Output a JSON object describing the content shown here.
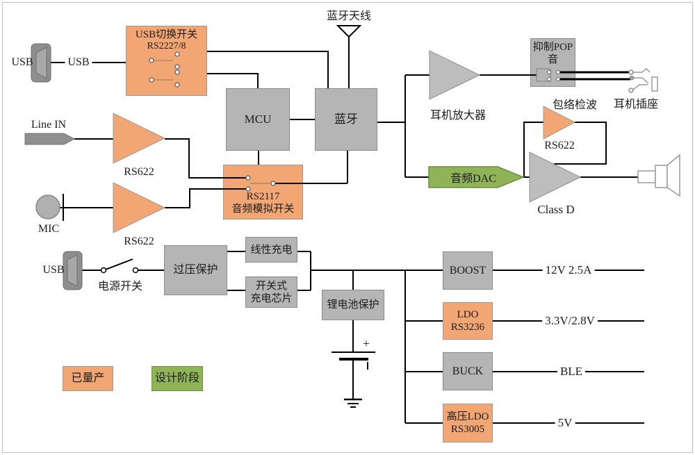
{
  "colors": {
    "produced_fill": "#F2A673",
    "design_fill": "#8FB357",
    "standard_fill": "#B5B5B5",
    "wire": "#000000"
  },
  "legend": {
    "produced": "已量产",
    "design": "设计阶段"
  },
  "top": {
    "usb_port": "USB",
    "usb_bus": "USB",
    "usb_switch": {
      "title": "USB切换开关",
      "part": "RS2227/8"
    },
    "antenna": "蓝牙天线",
    "mcu": "MCU",
    "bluetooth": "蓝牙",
    "headphone_amp": "耳机放大器",
    "pop": "抑制POP音",
    "envelope": "包络检波",
    "jack": "耳机插座",
    "rs622_env": "RS622",
    "audio_dac": "音频DAC",
    "class_d": "Class D"
  },
  "audio_in": {
    "line_in": "Line IN",
    "rs622_line": "RS622",
    "mic": "MIC",
    "rs622_mic": "RS622",
    "rs2117": {
      "part": "RS2117",
      "name": "音频模拟开关"
    }
  },
  "power": {
    "usb_port": "USB",
    "power_switch": "电源开关",
    "ovp": "过压保护",
    "linear": "线性充电",
    "switching": [
      "开关式",
      "充电芯片"
    ],
    "battery_protect": "锂电池保护",
    "plus": "+",
    "boost": "BOOST",
    "ldo": [
      "LDO",
      "RS3236"
    ],
    "buck": "BUCK",
    "hv_ldo": [
      "高压LDO",
      "RS3005"
    ],
    "out_boost": "12V 2.5A",
    "out_ldo": "3.3V/2.8V",
    "out_buck": "BLE",
    "out_hv": "5V"
  }
}
